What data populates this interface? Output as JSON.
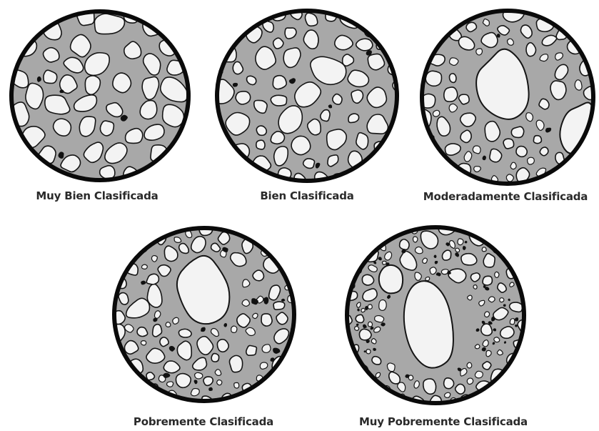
{
  "colors": {
    "matrix": "#a8a8a8",
    "grain_fill": "#f3f3f3",
    "grain_stroke": "#151515",
    "border": "#0a0a0a",
    "speck": "#111111"
  },
  "panels": [
    {
      "key": "p1",
      "label": "Muy Bien Clasificada"
    },
    {
      "key": "p2",
      "label": "Bien Clasificada"
    },
    {
      "key": "p3",
      "label": "Moderadamente Clasificada"
    },
    {
      "key": "p4",
      "label": "Pobremente Clasificada"
    },
    {
      "key": "p5",
      "label": "Muy Pobremente Clasificada"
    }
  ]
}
